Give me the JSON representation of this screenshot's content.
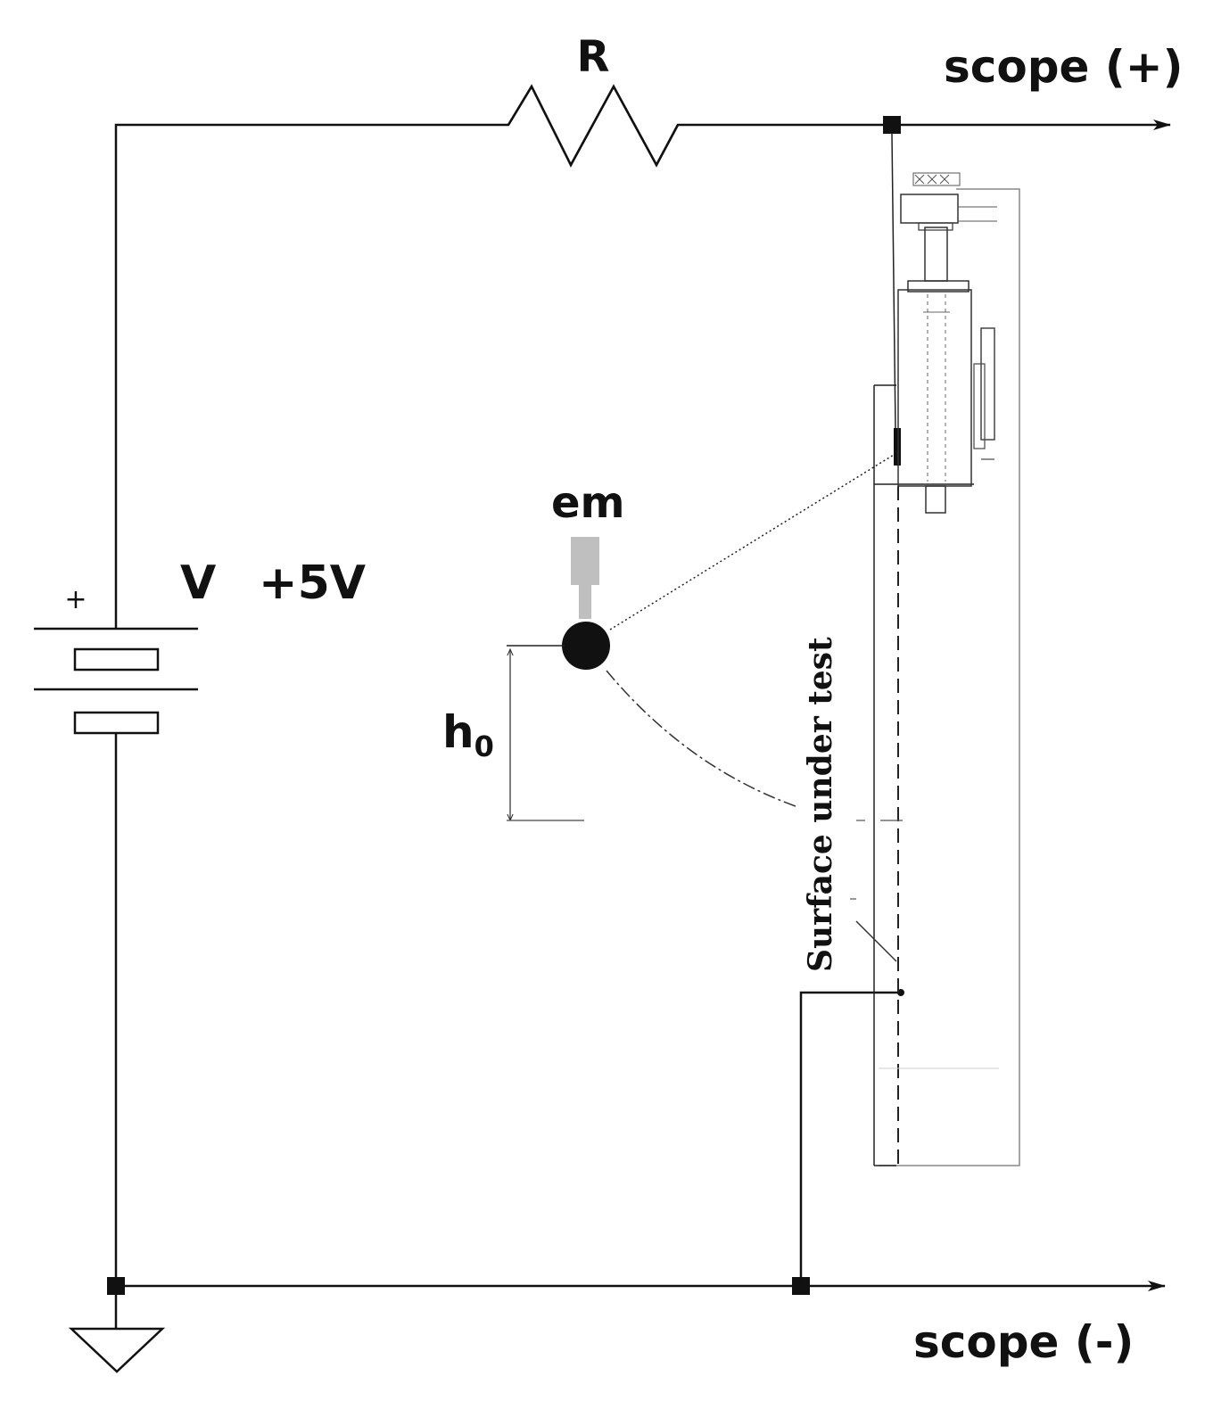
{
  "labels": {
    "resistor": "R",
    "scope_plus": "scope (+)",
    "scope_minus": "scope (-)",
    "voltage_symbol": "V",
    "voltage_value": "+5V",
    "battery_plus": "+",
    "em": "em",
    "height_h": "h",
    "height_sub": "0",
    "surface": "Surface under test"
  }
}
